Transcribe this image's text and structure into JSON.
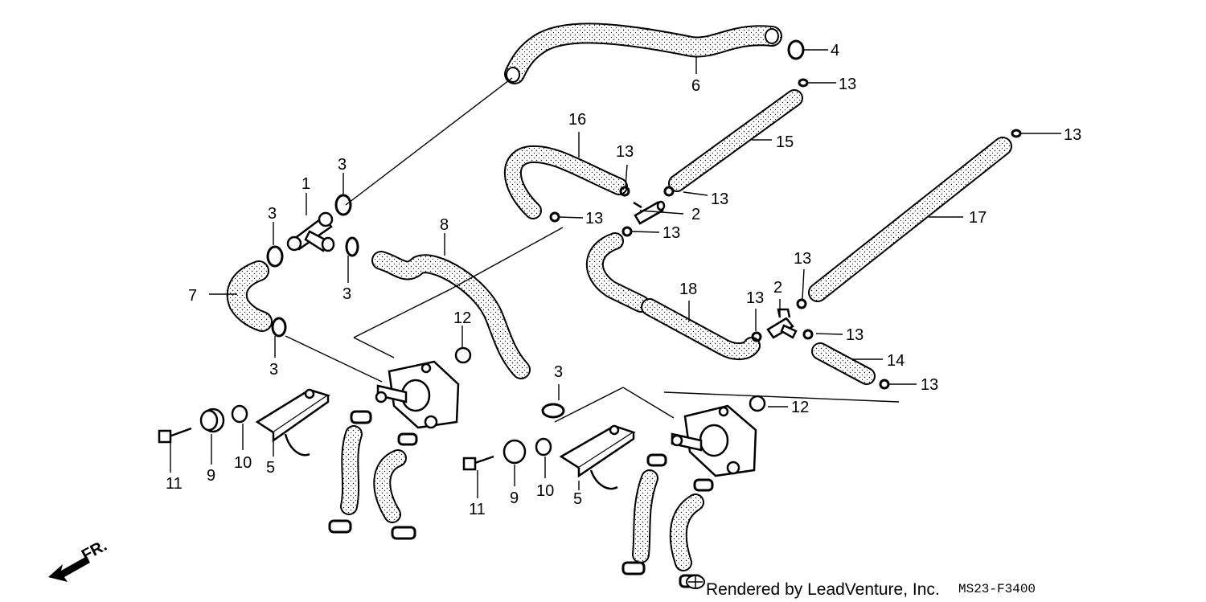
{
  "labels": {
    "c1": "1",
    "c2a": "2",
    "c2b": "2",
    "c3a": "3",
    "c3b": "3",
    "c3c": "3",
    "c3d": "3",
    "c3e": "3",
    "c4": "4",
    "c5a": "5",
    "c5b": "5",
    "c6": "6",
    "c7": "7",
    "c8": "8",
    "c9a": "9",
    "c9b": "9",
    "c10a": "10",
    "c10b": "10",
    "c11a": "11",
    "c11b": "11",
    "c12a": "12",
    "c12b": "12",
    "c13a": "13",
    "c13b": "13",
    "c13c": "13",
    "c13d": "13",
    "c13e": "13",
    "c13f": "13",
    "c13g": "13",
    "c13h": "13",
    "c13i": "13",
    "c13j": "13",
    "c14": "14",
    "c15": "15",
    "c16": "16",
    "c17": "17",
    "c18": "18"
  },
  "direction": {
    "text": "FR."
  },
  "footer": {
    "credit": "Rendered by LeadVenture, Inc.",
    "code": "MS23-F3400"
  },
  "colors": {
    "ink": "#000000",
    "hose_fill": "#ffffff"
  }
}
